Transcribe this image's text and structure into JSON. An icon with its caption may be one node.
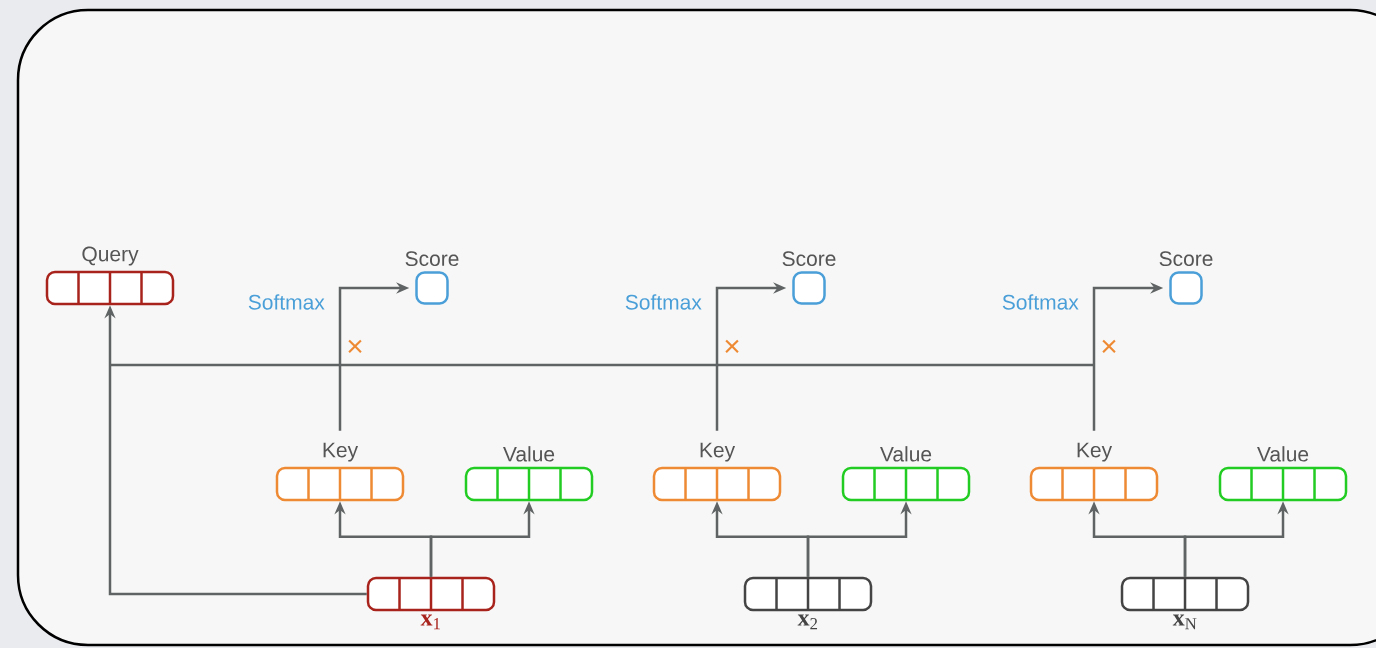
{
  "diagram": {
    "nodes": [
      {
        "text": [
          "Query"
        ]
      },
      {
        "text": [
          "Score"
        ]
      },
      {
        "text": [
          "Score"
        ]
      },
      {
        "text": [
          "Score"
        ]
      },
      {
        "text": [
          "Key"
        ]
      },
      {
        "text": [
          "Value"
        ]
      },
      {
        "text": [
          "Key"
        ]
      },
      {
        "text": [
          "Value"
        ]
      },
      {
        "text": [
          "Key"
        ]
      },
      {
        "text": [
          "Value"
        ]
      },
      {
        "text": [
          "**x**$_{1}$"
        ]
      },
      {
        "text": [
          "**x**$_{2}$"
        ]
      },
      {
        "text": [
          "**x**$_{N}$"
        ]
      }
    ],
    "edges": [
      {
        "from": 10,
        "to": 0,
        "arrow": "to"
      },
      {
        "from": 10,
        "to": 4,
        "arrow": "to"
      },
      {
        "from": 10,
        "to": 5,
        "arrow": "to"
      },
      {
        "from": 11,
        "to": 6,
        "arrow": "to"
      },
      {
        "from": 11,
        "to": 7,
        "arrow": "to"
      },
      {
        "from": 12,
        "to": 8,
        "arrow": "to"
      },
      {
        "from": 12,
        "to": 9,
        "arrow": "to"
      },
      {
        "from": 4,
        "to": 1,
        "arrow": "to",
        "label": "Softmax"
      },
      {
        "from": 6,
        "to": 2,
        "arrow": "to",
        "label": "Softmax"
      },
      {
        "from": 8,
        "to": 3,
        "arrow": "to",
        "label": "Softmax"
      }
    ],
    "labels": [
      "×",
      "×",
      "×"
    ]
  }
}
